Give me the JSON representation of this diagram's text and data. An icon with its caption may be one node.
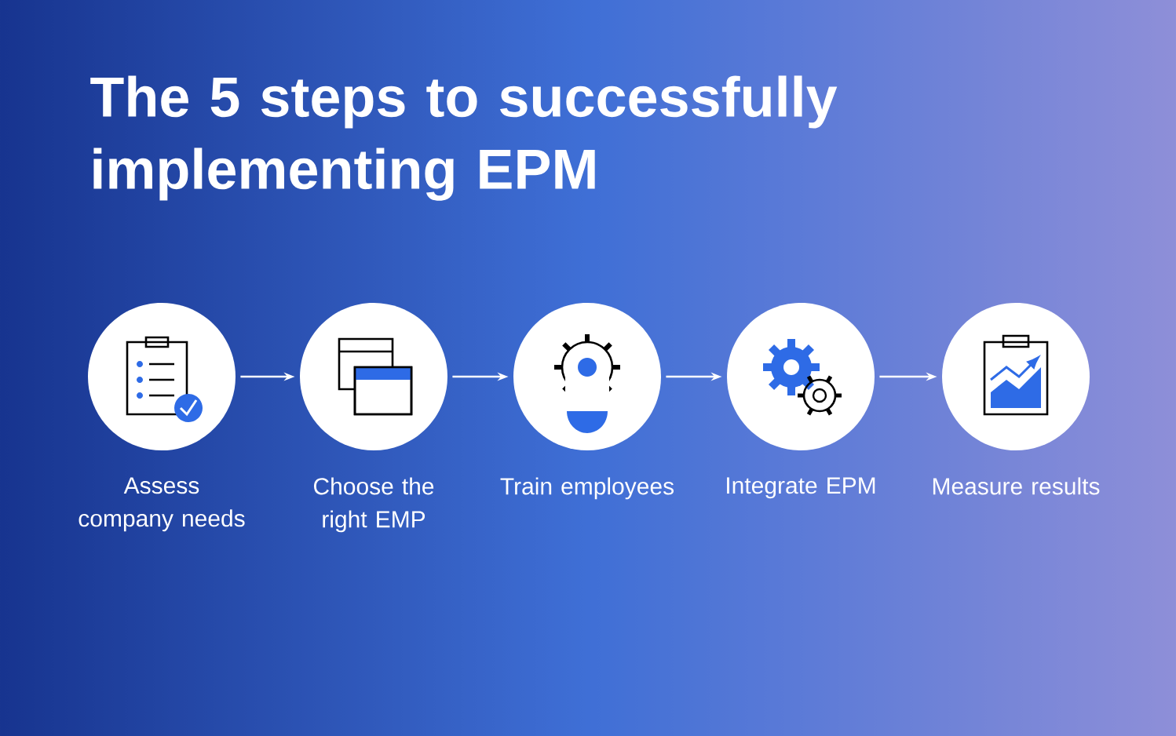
{
  "diagram": {
    "title": "The 5 steps to successfully implementing EPM",
    "nodes": [
      {
        "text": [],
        "shape": "circle",
        "beside": [
          "Assess company needs"
        ]
      },
      {
        "text": [],
        "shape": "circle",
        "beside": [
          "Choose the right EMP"
        ]
      },
      {
        "text": [],
        "shape": "circle",
        "beside": [
          "Train employees"
        ]
      },
      {
        "text": [],
        "shape": "circle",
        "beside": [
          "Integrate EPM"
        ]
      },
      {
        "text": [],
        "shape": "circle",
        "beside": [
          "Measure results"
        ]
      }
    ],
    "edges": [
      {
        "from": 0,
        "to": 1,
        "arrow": "to"
      },
      {
        "from": 1,
        "to": 2,
        "arrow": "to"
      },
      {
        "from": 2,
        "to": 3,
        "arrow": "to"
      },
      {
        "from": 3,
        "to": 4,
        "arrow": "to"
      }
    ]
  }
}
